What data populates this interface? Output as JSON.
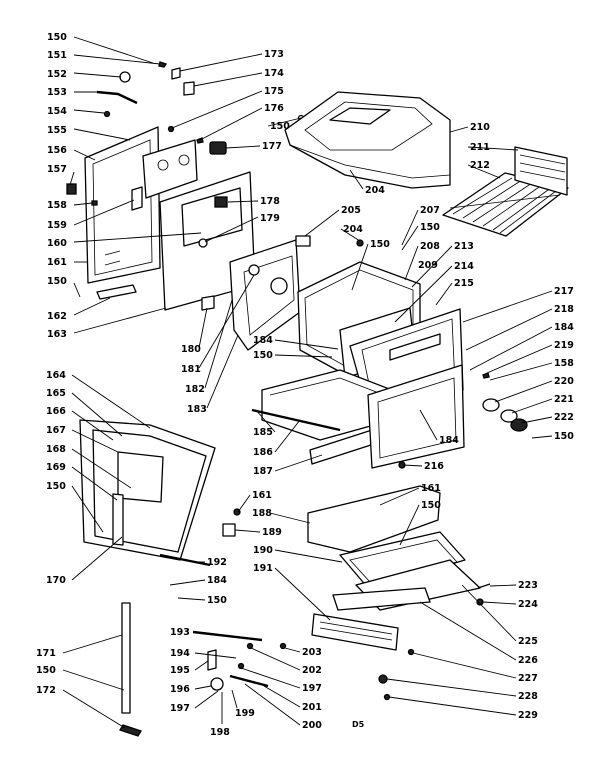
{
  "diagram": {
    "page_number": "D5",
    "callouts": [
      {
        "id": "c150a",
        "text": "150"
      },
      {
        "id": "c151",
        "text": "151"
      },
      {
        "id": "c152",
        "text": "152"
      },
      {
        "id": "c153",
        "text": "153"
      },
      {
        "id": "c154",
        "text": "154"
      },
      {
        "id": "c155",
        "text": "155"
      },
      {
        "id": "c156",
        "text": "156"
      },
      {
        "id": "c157",
        "text": "157"
      },
      {
        "id": "c158",
        "text": "158"
      },
      {
        "id": "c159",
        "text": "159"
      },
      {
        "id": "c160",
        "text": "160"
      },
      {
        "id": "c161a",
        "text": "161"
      },
      {
        "id": "c150b",
        "text": "150"
      },
      {
        "id": "c162",
        "text": "162"
      },
      {
        "id": "c163",
        "text": "163"
      },
      {
        "id": "c173",
        "text": "173"
      },
      {
        "id": "c174",
        "text": "174"
      },
      {
        "id": "c175",
        "text": "175"
      },
      {
        "id": "c176",
        "text": "176"
      },
      {
        "id": "c150c",
        "text": "150"
      },
      {
        "id": "c177",
        "text": "177"
      },
      {
        "id": "c178",
        "text": "178"
      },
      {
        "id": "c179",
        "text": "179"
      },
      {
        "id": "c180",
        "text": "180"
      },
      {
        "id": "c181",
        "text": "181"
      },
      {
        "id": "c182",
        "text": "182"
      },
      {
        "id": "c183",
        "text": "183"
      },
      {
        "id": "c210",
        "text": "210"
      },
      {
        "id": "c211",
        "text": "211"
      },
      {
        "id": "c212",
        "text": "212"
      },
      {
        "id": "c204a",
        "text": "204"
      },
      {
        "id": "c205",
        "text": "205"
      },
      {
        "id": "c204b",
        "text": "204"
      },
      {
        "id": "c150d",
        "text": "150"
      },
      {
        "id": "c207",
        "text": "207"
      },
      {
        "id": "c150e",
        "text": "150"
      },
      {
        "id": "c208",
        "text": "208"
      },
      {
        "id": "c213",
        "text": "213"
      },
      {
        "id": "c209",
        "text": "209"
      },
      {
        "id": "c214",
        "text": "214"
      },
      {
        "id": "c215",
        "text": "215"
      },
      {
        "id": "c217",
        "text": "217"
      },
      {
        "id": "c218",
        "text": "218"
      },
      {
        "id": "c184a",
        "text": "184"
      },
      {
        "id": "c219",
        "text": "219"
      },
      {
        "id": "c158b",
        "text": "158"
      },
      {
        "id": "c220",
        "text": "220"
      },
      {
        "id": "c221",
        "text": "221"
      },
      {
        "id": "c222",
        "text": "222"
      },
      {
        "id": "c150f",
        "text": "150"
      },
      {
        "id": "c184b",
        "text": "184"
      },
      {
        "id": "c150g",
        "text": "150"
      },
      {
        "id": "c185",
        "text": "185"
      },
      {
        "id": "c186",
        "text": "186"
      },
      {
        "id": "c184c",
        "text": "184"
      },
      {
        "id": "c187",
        "text": "187"
      },
      {
        "id": "c216",
        "text": "216"
      },
      {
        "id": "c164",
        "text": "164"
      },
      {
        "id": "c165",
        "text": "165"
      },
      {
        "id": "c166",
        "text": "166"
      },
      {
        "id": "c167",
        "text": "167"
      },
      {
        "id": "c168",
        "text": "168"
      },
      {
        "id": "c169",
        "text": "169"
      },
      {
        "id": "c150h",
        "text": "150"
      },
      {
        "id": "c170",
        "text": "170"
      },
      {
        "id": "c192",
        "text": "192"
      },
      {
        "id": "c184d",
        "text": "184"
      },
      {
        "id": "c150i",
        "text": "150"
      },
      {
        "id": "c161b",
        "text": "161"
      },
      {
        "id": "c188",
        "text": "188"
      },
      {
        "id": "c189",
        "text": "189"
      },
      {
        "id": "c161c",
        "text": "161"
      },
      {
        "id": "c150j",
        "text": "150"
      },
      {
        "id": "c190",
        "text": "190"
      },
      {
        "id": "c191",
        "text": "191"
      },
      {
        "id": "c223",
        "text": "223"
      },
      {
        "id": "c224",
        "text": "224"
      },
      {
        "id": "c225",
        "text": "225"
      },
      {
        "id": "c226",
        "text": "226"
      },
      {
        "id": "c227",
        "text": "227"
      },
      {
        "id": "c228",
        "text": "228"
      },
      {
        "id": "c229",
        "text": "229"
      },
      {
        "id": "c171",
        "text": "171"
      },
      {
        "id": "c150k",
        "text": "150"
      },
      {
        "id": "c172",
        "text": "172"
      },
      {
        "id": "c193",
        "text": "193"
      },
      {
        "id": "c194",
        "text": "194"
      },
      {
        "id": "c195",
        "text": "195"
      },
      {
        "id": "c196",
        "text": "196"
      },
      {
        "id": "c197a",
        "text": "197"
      },
      {
        "id": "c198",
        "text": "198"
      },
      {
        "id": "c199",
        "text": "199"
      },
      {
        "id": "c200",
        "text": "200"
      },
      {
        "id": "c201",
        "text": "201"
      },
      {
        "id": "c197b",
        "text": "197"
      },
      {
        "id": "c202",
        "text": "202"
      },
      {
        "id": "c203",
        "text": "203"
      }
    ]
  }
}
